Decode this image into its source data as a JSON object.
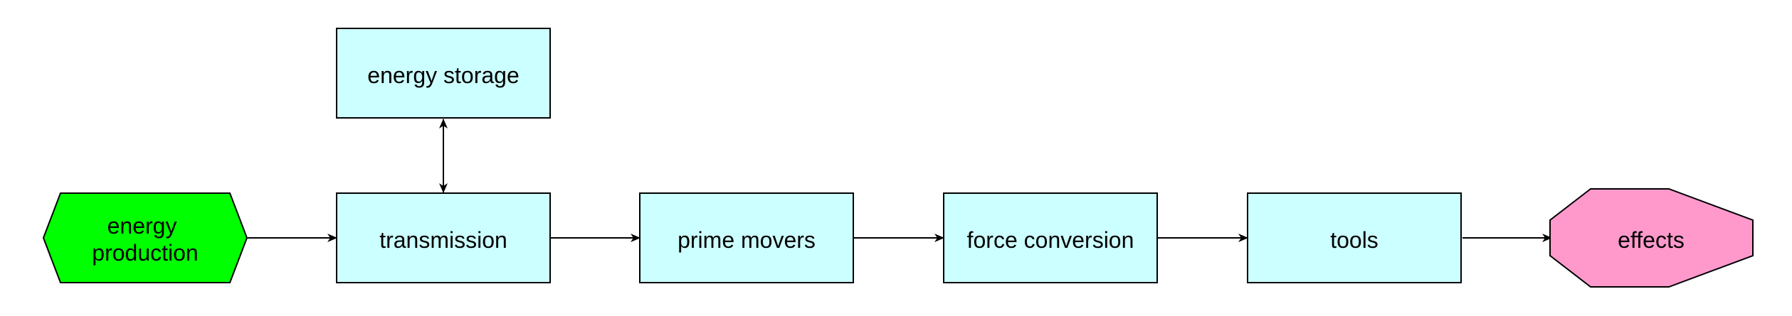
{
  "colors": {
    "process_fill": "#ccffff",
    "start_fill": "#00ff00",
    "end_fill": "#ff99cc",
    "stroke": "#000000"
  },
  "nodes": {
    "energy_production": {
      "lines": [
        "energy",
        "production"
      ]
    },
    "energy_storage": {
      "lines": [
        "energy storage"
      ]
    },
    "transmission": {
      "lines": [
        "transmission"
      ]
    },
    "prime_movers": {
      "lines": [
        "prime movers"
      ]
    },
    "force_conversion": {
      "lines": [
        "force conversion"
      ]
    },
    "tools": {
      "lines": [
        "tools"
      ]
    },
    "effects": {
      "lines": [
        "effects"
      ]
    }
  }
}
